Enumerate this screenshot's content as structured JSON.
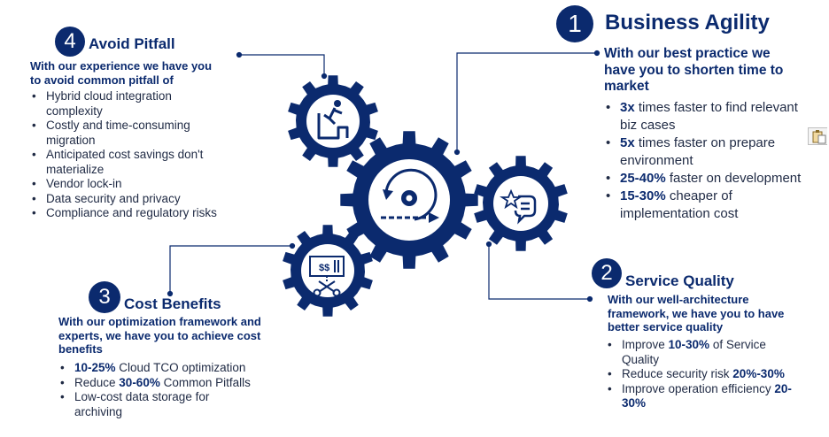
{
  "sections": {
    "s1": {
      "number": "1",
      "title": "Business Agility",
      "intro": "With our best practice we have you to shorten time to market",
      "items": [
        {
          "bold": "3x",
          "text": " times faster to find relevant biz cases"
        },
        {
          "bold": "5x",
          "text": " times faster on prepare environment"
        },
        {
          "bold": "25-40%",
          "text": " faster on development"
        },
        {
          "bold": "15-30%",
          "text": " cheaper of implementation cost"
        }
      ]
    },
    "s2": {
      "number": "2",
      "title": "Service Quality",
      "intro": "With our well-architecture framework, we have you to have better service quality",
      "items": [
        {
          "pre": "Improve ",
          "bold": "10-30%",
          "post": " of Service Quality"
        },
        {
          "pre": "Reduce security risk ",
          "bold": "20%-30%",
          "post": ""
        },
        {
          "pre": "Improve operation efficiency ",
          "bold": "20-30%",
          "post": ""
        }
      ]
    },
    "s3": {
      "number": "3",
      "title": "Cost Benefits",
      "intro": "With our optimization framework and experts, we have you to achieve cost benefits",
      "items": [
        {
          "pre": "",
          "bold": "10-25%",
          "post": " Cloud TCO optimization"
        },
        {
          "pre": "Reduce ",
          "bold": "30-60%",
          "post": " Common Pitfalls"
        },
        {
          "pre": "Low-cost data storage for archiving",
          "bold": "",
          "post": ""
        }
      ]
    },
    "s4": {
      "number": "4",
      "title": "Avoid Pitfall",
      "intro": "With our experience we have you to avoid common pitfall of",
      "items": [
        "Hybrid cloud integration complexity",
        "Costly and time-consuming migration",
        "Anticipated cost savings don't materialize",
        "Vendor lock-in",
        "Data security and privacy",
        "Compliance and regulatory risks"
      ]
    }
  },
  "icons": {
    "center_gear": "process-cycle-icon",
    "top_left_gear": "falling-person-icon",
    "bottom_left_gear": "invoice-scissors-icon",
    "right_gear": "chat-bubbles-icon",
    "edge": "clipboard-icon"
  },
  "colors": {
    "primary": "#0b2a6e",
    "text": "#1f2a44",
    "background": "#ffffff"
  }
}
